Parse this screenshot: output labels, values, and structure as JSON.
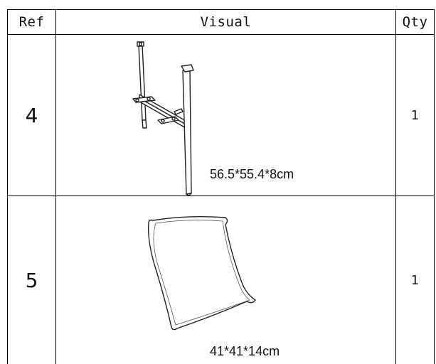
{
  "table": {
    "headers": {
      "ref": "Ref",
      "visual": "Visual",
      "qty": "Qty"
    },
    "rows": [
      {
        "ref": "4",
        "dimensions": "56.5*55.4*8cm",
        "qty": "1",
        "illustration": "table-leg-frame"
      },
      {
        "ref": "5",
        "dimensions": "41*41*14cm",
        "qty": "1",
        "illustration": "cushion"
      }
    ]
  }
}
